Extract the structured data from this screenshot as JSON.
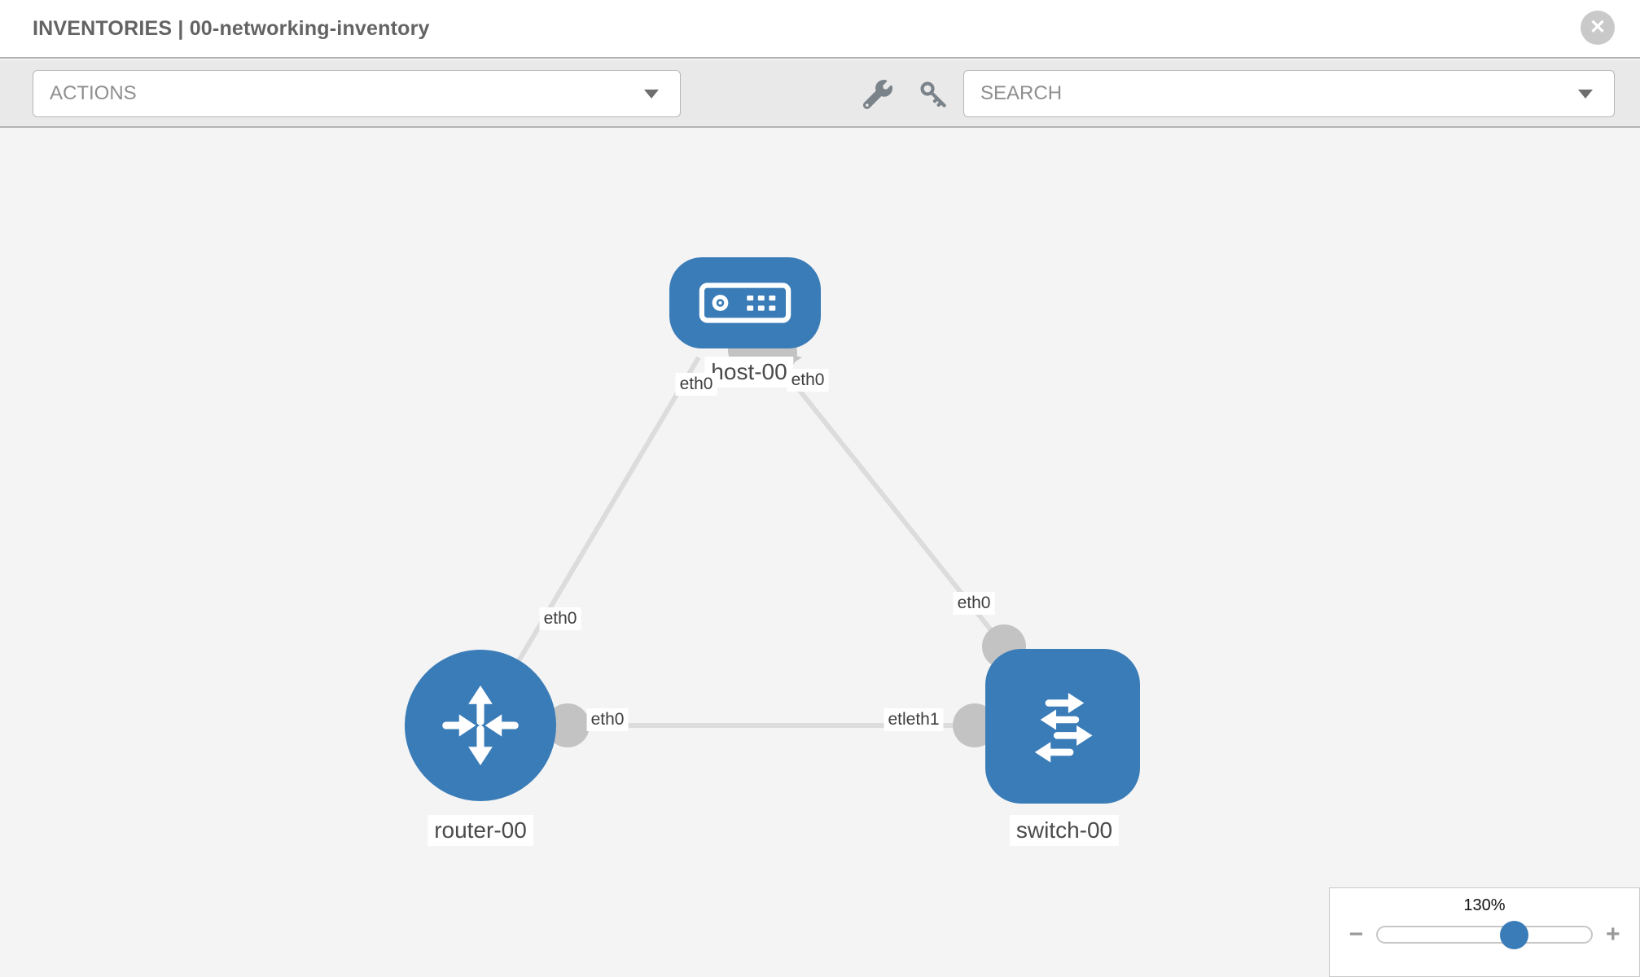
{
  "header": {
    "title": "INVENTORIES | 00-networking-inventory",
    "close_glyph": "✕"
  },
  "toolbar": {
    "actions_dropdown": {
      "label": "ACTIONS"
    },
    "search_dropdown": {
      "label": "SEARCH"
    }
  },
  "topology": {
    "nodes": {
      "host": {
        "label": "host-00",
        "type": "host"
      },
      "router": {
        "label": "router-00",
        "type": "router"
      },
      "switch": {
        "label": "switch-00",
        "type": "switch"
      }
    },
    "edges": [
      {
        "from": "router-00",
        "to": "host-00"
      },
      {
        "from": "host-00",
        "to": "switch-00"
      },
      {
        "from": "router-00",
        "to": "switch-00"
      }
    ],
    "port_labels": {
      "host_left": "eth0",
      "host_right": "eth0",
      "router_uplink": "eth0",
      "switch_uplink": "eth0",
      "hlink_router": "eth0",
      "hlink_switch": "etleth1"
    }
  },
  "zoom_control": {
    "level_label": "130%",
    "zoom_out_glyph": "−",
    "zoom_in_glyph": "+"
  },
  "colors": {
    "node_blue": "#3a7cb8",
    "link_gray": "#dcdcdc",
    "port_gray": "#c3c3c3",
    "toolbar_gray": "#e9e9e9",
    "canvas_gray": "#f4f4f4"
  }
}
